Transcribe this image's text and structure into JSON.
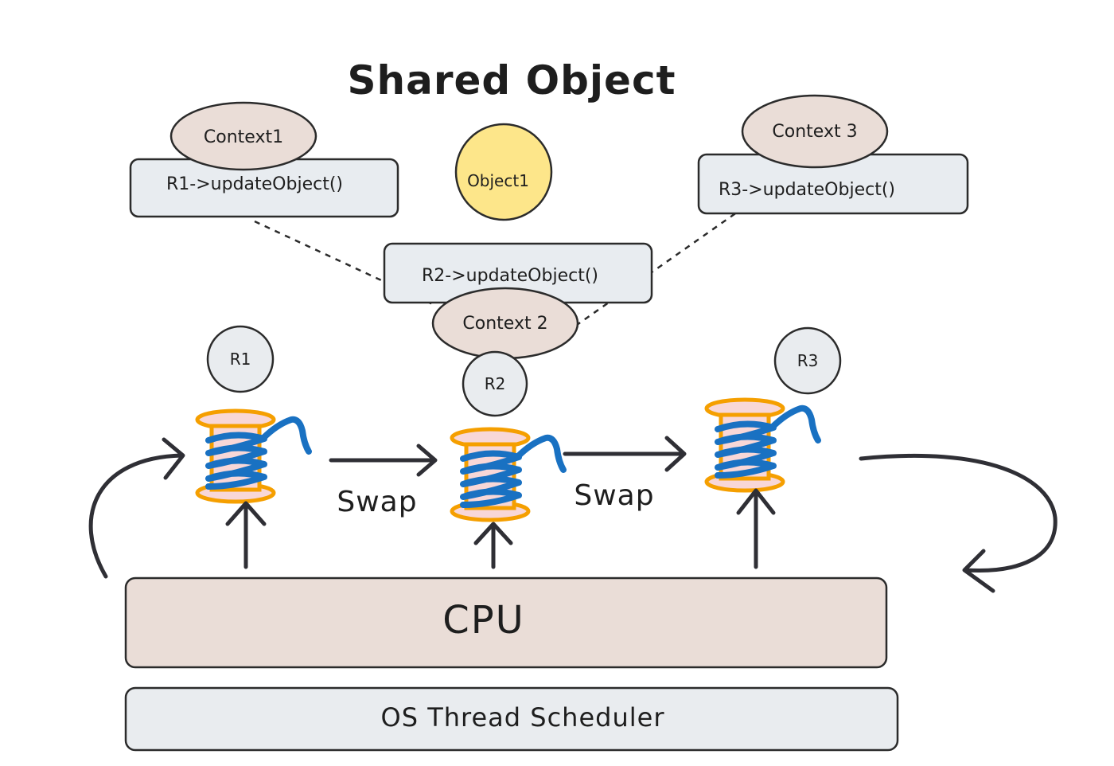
{
  "title": "Shared Object",
  "shared_object_label": "Object1",
  "contexts": [
    {
      "label": "Context1",
      "call": "R1->updateObject()"
    },
    {
      "label": "Context 2",
      "call": "R2->updateObject()"
    },
    {
      "label": "Context 3",
      "call": "R3->updateObject()"
    }
  ],
  "threads": [
    {
      "label": "R1"
    },
    {
      "label": "R2"
    },
    {
      "label": "R3"
    }
  ],
  "swap_labels": [
    "Swap",
    "Swap"
  ],
  "cpu_label": "CPU",
  "scheduler_label": "OS Thread Scheduler",
  "colors": {
    "context_fill": "#eaddd7",
    "call_box_fill": "#e8ecf0",
    "object_fill": "#fde68a",
    "thread_fill": "#e9ecef",
    "cpu_fill": "#eaddd7",
    "scheduler_fill": "#e9ecef",
    "spool_orange": "#f59f00",
    "spool_pink": "#f8d7d7",
    "spool_blue": "#1971c2",
    "arrow": "#2f2f35"
  },
  "icons": [
    "thread-spool-icon",
    "arrow-icon"
  ]
}
